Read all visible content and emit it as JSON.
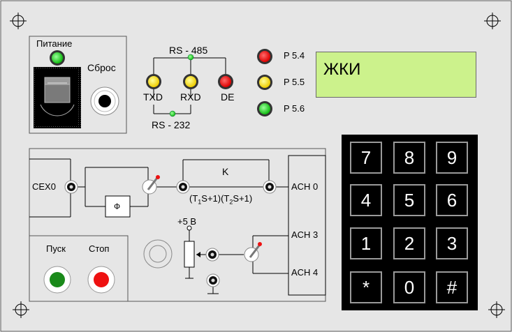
{
  "power": {
    "label": "Питание",
    "reset_label": "Сброс"
  },
  "interface": {
    "rs485_label": "RS - 485",
    "rs232_label": "RS - 232",
    "txd_label": "TXD",
    "rxd_label": "RXD",
    "de_label": "DE",
    "txd_color": "#ffee00",
    "rxd_color": "#ffee00",
    "de_color": "#ee1111"
  },
  "port_leds": [
    {
      "label": "P 5.4",
      "color": "#ee1111"
    },
    {
      "label": "P 5.5",
      "color": "#ffee00"
    },
    {
      "label": "P 5.6",
      "color": "#22dd22"
    }
  ],
  "lcd": {
    "text": "ЖКИ",
    "color": "#ccf28c"
  },
  "circuit": {
    "cex_label": "CEX0",
    "filter_label": "Ф",
    "k_label": "K",
    "transfer_sub1": "1",
    "transfer_sub2": "2",
    "ach0_label": "ACH 0",
    "ach3_label": "ACH 3",
    "ach4_label": "ACH 4",
    "vref_label": "+5 В"
  },
  "controls": {
    "start_label": "Пуск",
    "stop_label": "Стоп",
    "start_color": "#1a8a1a",
    "stop_color": "#ee1111"
  },
  "keypad": {
    "keys": [
      "7",
      "8",
      "9",
      "4",
      "5",
      "6",
      "1",
      "2",
      "3",
      "*",
      "0",
      "#"
    ]
  }
}
